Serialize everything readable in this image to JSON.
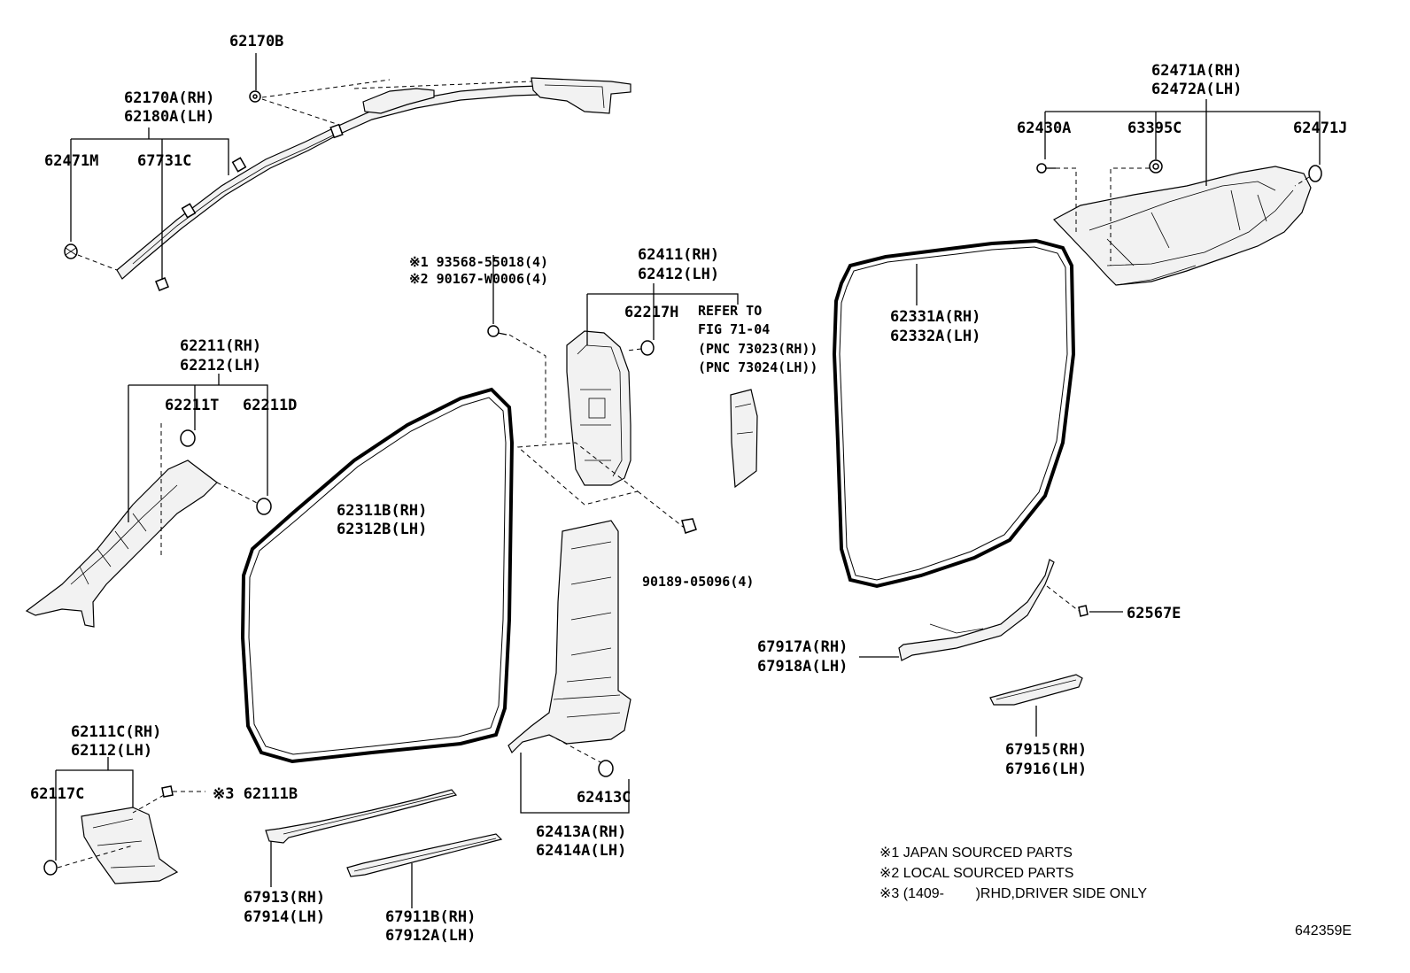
{
  "labels": {
    "p62170B": "62170B",
    "p62170A": "62170A(RH)",
    "p62180A": "62180A(LH)",
    "p62471M": "62471M",
    "p67731C": "67731C",
    "p62471A": "62471A(RH)",
    "p62472A": "62472A(LH)",
    "p62430A": "62430A",
    "p63395C": "63395C",
    "p62471J": "62471J",
    "note1_part": "※1 93568-55018(4)",
    "note2_part": "※2 90167-W0006(4)",
    "p62411": "62411(RH)",
    "p62412": "62412(LH)",
    "p62217H": "62217H",
    "refer1": "REFER TO",
    "refer2": "FIG 71-04",
    "refer3": "(PNC 73023(RH))",
    "refer4": "(PNC 73024(LH))",
    "p62331A": "62331A(RH)",
    "p62332A": "62332A(LH)",
    "p62211": "62211(RH)",
    "p62212": "62212(LH)",
    "p62211T": "62211T",
    "p62211D": "62211D",
    "p62311B": "62311B(RH)",
    "p62312B": "62312B(LH)",
    "p90189": "90189-05096(4)",
    "p62567E": "62567E",
    "p67917A": "67917A(RH)",
    "p67918A": "67918A(LH)",
    "p62111C": "62111C(RH)",
    "p62112": "62112(LH)",
    "p62117C": "62117C",
    "p62111B": "※3 62111B",
    "p62413C": "62413C",
    "p62413A": "62413A(RH)",
    "p62414A": "62414A(LH)",
    "p67915": "67915(RH)",
    "p67916": "67916(LH)",
    "p67913": "67913(RH)",
    "p67914": "67914(LH)",
    "p67911B": "67911B(RH)",
    "p67912A": "67912A(LH)"
  },
  "notes": {
    "n1": "※1 JAPAN SOURCED PARTS",
    "n2": "※2 LOCAL SOURCED PARTS",
    "n3": "※3 (1409-        )RHD,DRIVER SIDE ONLY"
  },
  "figure_id": "642359E"
}
